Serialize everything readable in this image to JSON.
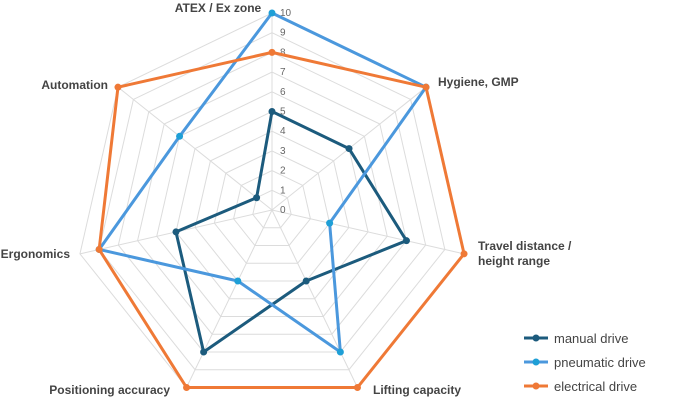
{
  "chart_data": {
    "type": "radar",
    "title": "",
    "axes": [
      "ATEX / Ex zone",
      "Hygiene, GMP",
      "Travel distance / height range",
      "Lifting capacity",
      "Positioning accuracy",
      "Ergonomics",
      "Automation"
    ],
    "axis_label_lines": [
      [
        "ATEX / Ex zone"
      ],
      [
        "Hygiene, GMP"
      ],
      [
        "Travel distance /",
        "height range"
      ],
      [
        "Lifting capacity"
      ],
      [
        "Positioning accuracy"
      ],
      [
        "Ergonomics"
      ],
      [
        "Automation"
      ]
    ],
    "range": [
      0,
      10
    ],
    "ticks": [
      "0",
      "1",
      "2",
      "3",
      "4",
      "5",
      "6",
      "7",
      "8",
      "9",
      "10"
    ],
    "grid": true,
    "legend_position": "bottom-right",
    "series": [
      {
        "name": "manual drive",
        "color": "#1c5b7d",
        "marker": "#1c5b7d",
        "values": [
          5,
          5,
          7,
          4,
          8,
          5,
          1
        ]
      },
      {
        "name": "pneumatic drive",
        "color": "#4b98dd",
        "marker": "#1e9fd6",
        "values": [
          10,
          10,
          3,
          8,
          4,
          9,
          6
        ]
      },
      {
        "name": "electrical drive",
        "color": "#ef7936",
        "marker": "#ef7936",
        "values": [
          8,
          10,
          10,
          10,
          10,
          9,
          10
        ]
      }
    ]
  }
}
